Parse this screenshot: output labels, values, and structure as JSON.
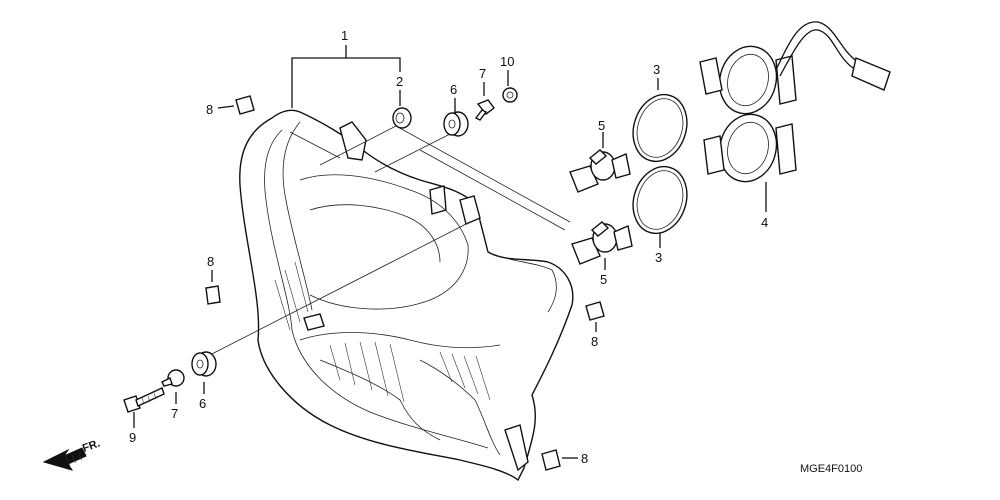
{
  "diagram": {
    "labels": [
      {
        "id": "1",
        "text": "1"
      },
      {
        "id": "2",
        "text": "2"
      },
      {
        "id": "6a",
        "text": "6"
      },
      {
        "id": "7a",
        "text": "7"
      },
      {
        "id": "10",
        "text": "10"
      },
      {
        "id": "3a",
        "text": "3"
      },
      {
        "id": "8a",
        "text": "8"
      },
      {
        "id": "5a",
        "text": "5"
      },
      {
        "id": "4",
        "text": "4"
      },
      {
        "id": "8b",
        "text": "8"
      },
      {
        "id": "5b",
        "text": "5"
      },
      {
        "id": "3b",
        "text": "3"
      },
      {
        "id": "8c",
        "text": "8"
      },
      {
        "id": "9",
        "text": "9"
      },
      {
        "id": "7b",
        "text": "7"
      },
      {
        "id": "6b",
        "text": "6"
      },
      {
        "id": "8d",
        "text": "8"
      }
    ],
    "direction_label": "FR.",
    "diagram_code": "MGE4F0100"
  }
}
